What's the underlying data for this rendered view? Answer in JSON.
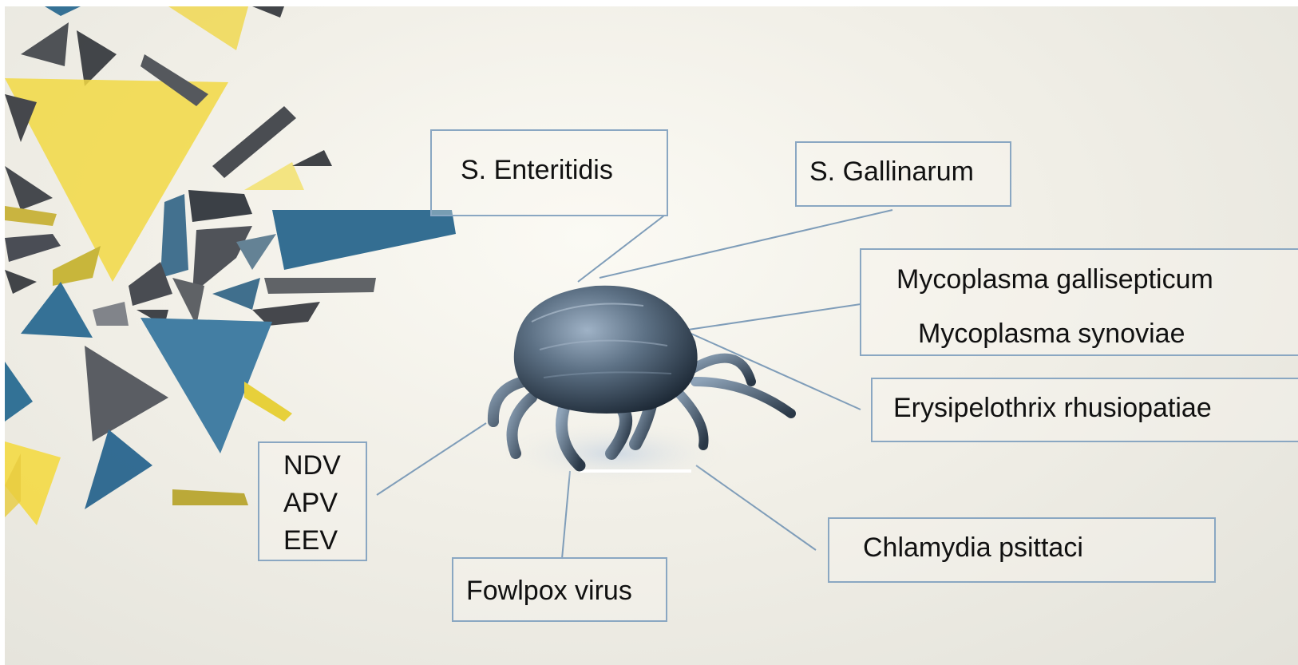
{
  "labels": {
    "s_enteritidis": "S. Enteritidis",
    "s_gallinarum": "S. Gallinarum",
    "mycoplasma_gallisepticum": "Mycoplasma gallisepticum",
    "mycoplasma_synoviae": "Mycoplasma synoviae",
    "erysipelothrix": "Erysipelothrix rhusiopatiae",
    "chlamydia": "Chlamydia psittaci",
    "fowlpox": "Fowlpox virus",
    "viruses": [
      "NDV",
      "APV",
      "EEV"
    ]
  },
  "colors": {
    "box_border": "#8aa7c2",
    "connector": "#7f9db9",
    "shard_yellow": "#f0d43a",
    "shard_blue": "#2f6f95",
    "shard_gray": "#4a4d52",
    "mite": "#3b4a5c"
  },
  "image": {
    "mite": "mite-illustration",
    "background": "geometric-shards"
  }
}
